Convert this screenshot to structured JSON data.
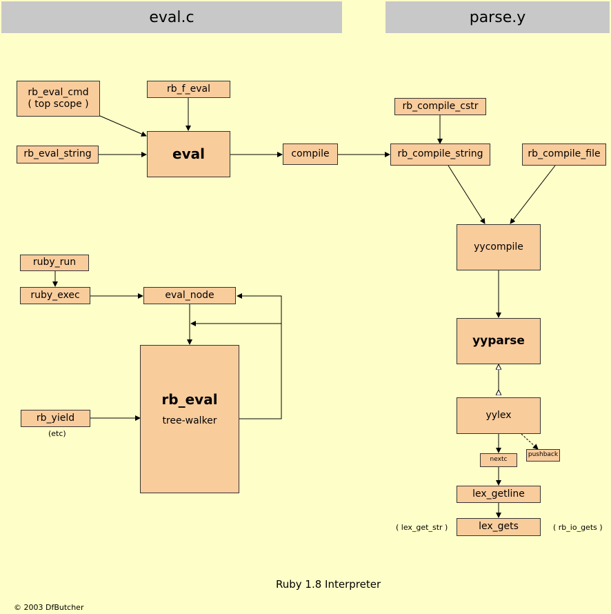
{
  "headers": {
    "left": "eval.c",
    "right": "parse.y"
  },
  "nodes": {
    "rb_eval_cmd": [
      "rb_eval_cmd",
      "( top scope )"
    ],
    "rb_f_eval": "rb_f_eval",
    "rb_eval_string": "rb_eval_string",
    "eval": "eval",
    "compile": "compile",
    "rb_compile_cstr": "rb_compile_cstr",
    "rb_compile_string": "rb_compile_string",
    "rb_compile_file": "rb_compile_file",
    "yycompile": "yycompile",
    "yyparse": "yyparse",
    "yylex": "yylex",
    "pushback": "pushback",
    "nextc": "nextc",
    "lex_getline": "lex_getline",
    "lex_gets": "lex_gets",
    "ruby_run": "ruby_run",
    "ruby_exec": "ruby_exec",
    "eval_node": "eval_node",
    "rb_eval": "rb_eval",
    "rb_eval_sub": "tree-walker",
    "rb_yield": "rb_yield"
  },
  "notes": {
    "etc": "(etc)",
    "lex_get_str": "( lex_get_str )",
    "rb_io_gets": "( rb_io_gets )"
  },
  "caption": "Ruby 1.8 Interpreter",
  "copyright": "© 2003  DfButcher",
  "colors": {
    "background": "#fefec8",
    "box": "#f9cc9c",
    "banner": "#c8c8c8",
    "line": "#000000"
  }
}
